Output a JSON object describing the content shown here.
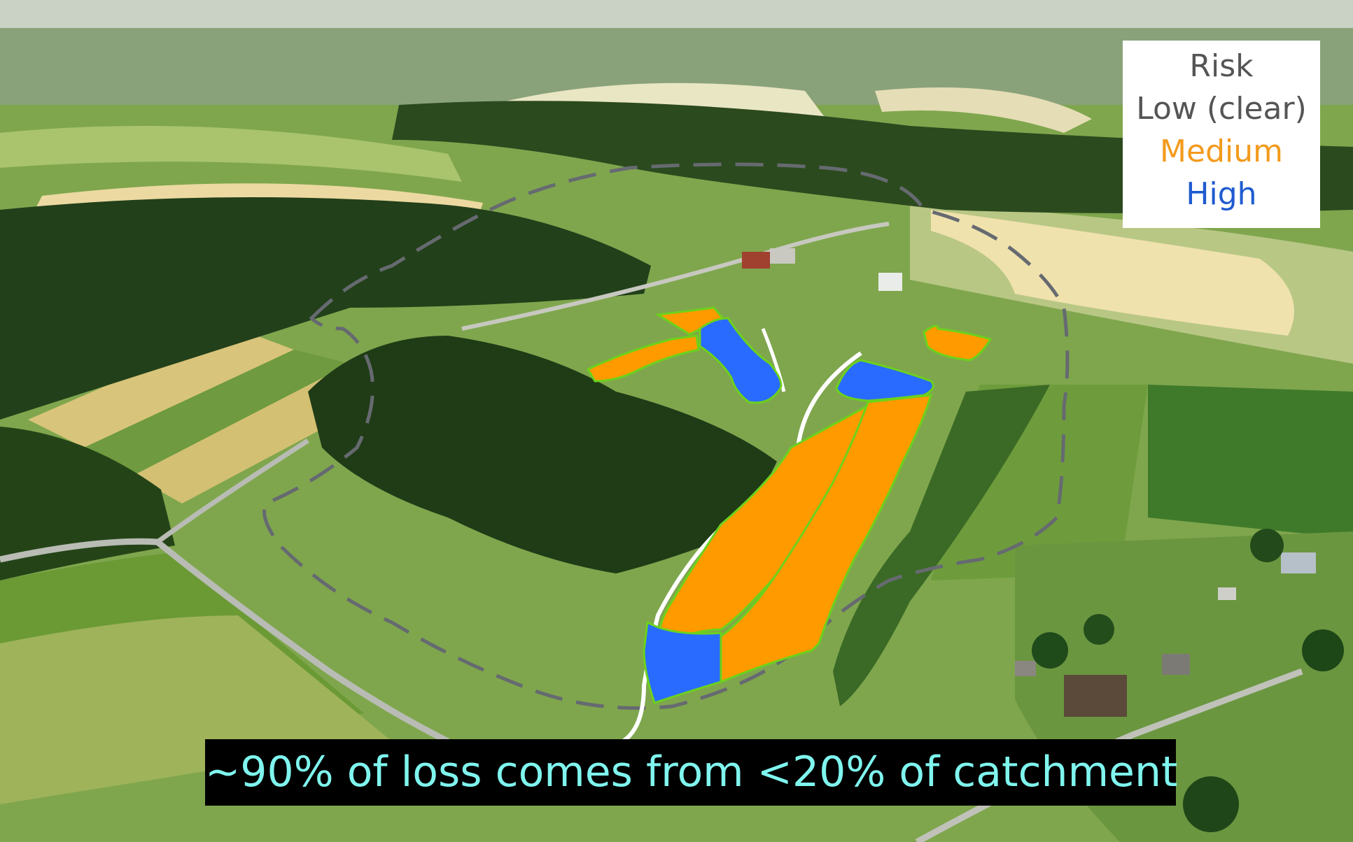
{
  "legend": {
    "title": "Risk",
    "items": [
      {
        "label": "Low (clear)",
        "color": "#555555"
      },
      {
        "label": "Medium",
        "color": "#f39a1c"
      },
      {
        "label": "High",
        "color": "#1f5bd0"
      }
    ]
  },
  "caption": "~90% of loss comes from <20% of catchment",
  "colors": {
    "medium_fill": "#ff9a00",
    "high_fill": "#2a6bff",
    "field_outline": "#6cd21b",
    "catchment_boundary": "#666a70",
    "stream": "#ffffff",
    "caption_text": "#7ff5ee",
    "caption_background": "#000000"
  },
  "risk_zones": [
    {
      "name": "medium-strip-left",
      "risk": "Medium"
    },
    {
      "name": "medium-strip-right",
      "risk": "Medium"
    },
    {
      "name": "medium-upper-left",
      "risk": "Medium"
    },
    {
      "name": "medium-upper-patch",
      "risk": "Medium"
    },
    {
      "name": "medium-upper-right",
      "risk": "Medium"
    },
    {
      "name": "high-upper-center",
      "risk": "High"
    },
    {
      "name": "high-upper-right",
      "risk": "High"
    },
    {
      "name": "high-lower",
      "risk": "High"
    }
  ]
}
